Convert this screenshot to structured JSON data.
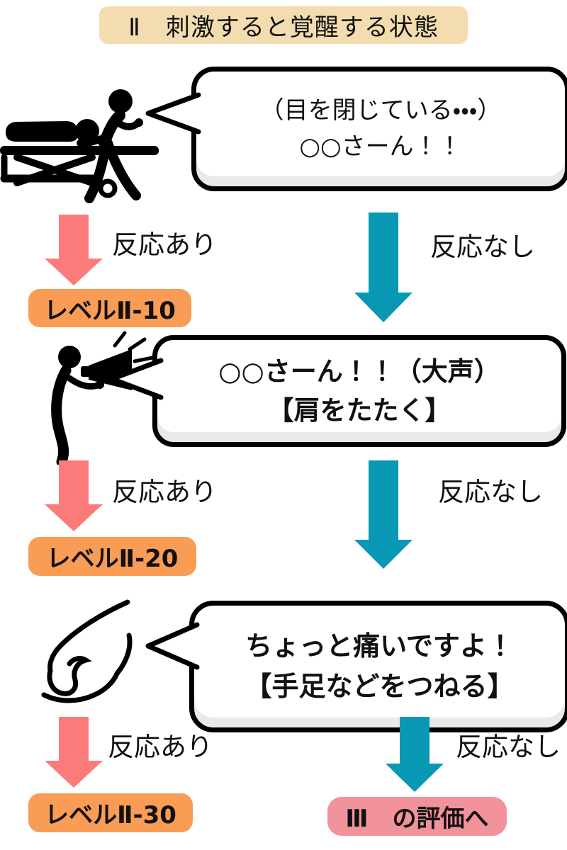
{
  "title": {
    "text": "Ⅱ　刺激すると覚醒する状態"
  },
  "colors": {
    "title_bg": "#F3DCB0",
    "response_yes_arrow": "#FB7B7B",
    "response_no_arrow": "#0998B3",
    "level_badge_bg": "#F99C55",
    "next_step_badge_bg": "#F2939B"
  },
  "steps": [
    {
      "icon": "stretcher-patient-icon",
      "bubble_lines": [
        "（目を閉じている・・・）",
        "○○さーん！！"
      ],
      "yes_label": "反応あり",
      "no_label": "反応なし",
      "yes_result": "レベルⅡ-10"
    },
    {
      "icon": "megaphone-person-icon",
      "bubble_lines": [
        "○○さーん！！（大声）",
        "【肩をたたく】"
      ],
      "yes_label": "反応あり",
      "no_label": "反応なし",
      "yes_result": "レベルⅡ-20"
    },
    {
      "icon": "pinching-hand-icon",
      "bubble_lines": [
        "ちょっと痛いですよ！",
        "【手足などをつねる】"
      ],
      "yes_label": "反応あり",
      "no_label": "反応なし",
      "yes_result": "レベルⅡ-30",
      "no_result": "Ⅲ　の評価へ"
    }
  ]
}
